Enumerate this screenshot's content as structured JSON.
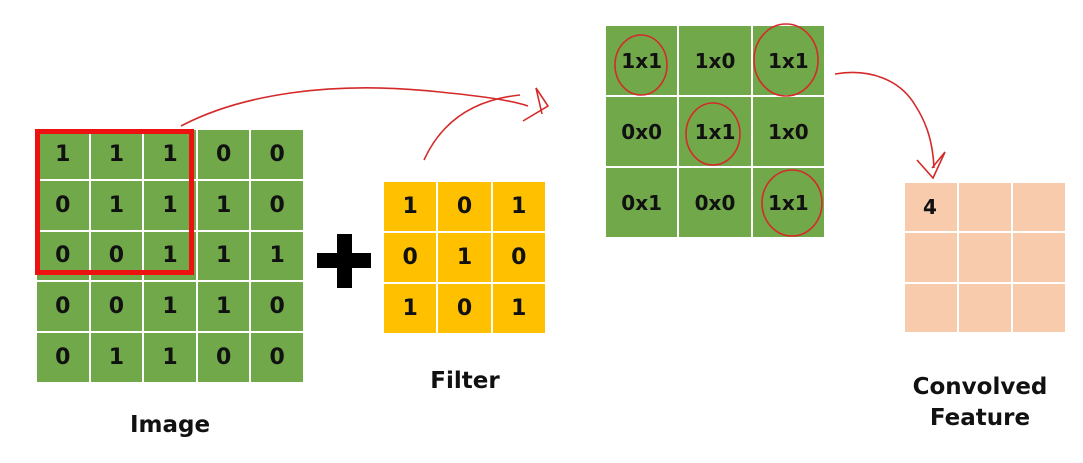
{
  "image": {
    "caption": "Image",
    "rows": [
      [
        "1",
        "1",
        "1",
        "0",
        "0"
      ],
      [
        "0",
        "1",
        "1",
        "1",
        "0"
      ],
      [
        "0",
        "0",
        "1",
        "1",
        "1"
      ],
      [
        "0",
        "0",
        "1",
        "1",
        "0"
      ],
      [
        "0",
        "1",
        "1",
        "0",
        "0"
      ]
    ]
  },
  "operator_symbol": "+",
  "filter": {
    "caption": "Filter",
    "rows": [
      [
        "1",
        "0",
        "1"
      ],
      [
        "0",
        "1",
        "0"
      ],
      [
        "1",
        "0",
        "1"
      ]
    ]
  },
  "products": {
    "rows": [
      [
        "1x1",
        "1x0",
        "1x1"
      ],
      [
        "0x0",
        "1x1",
        "1x0"
      ],
      [
        "0x1",
        "0x0",
        "1x1"
      ]
    ]
  },
  "feature": {
    "caption_line1": "Convolved",
    "caption_line2": "Feature",
    "rows": [
      [
        "4",
        "",
        ""
      ],
      [
        "",
        "",
        ""
      ],
      [
        "",
        "",
        ""
      ]
    ]
  },
  "colors": {
    "image_cell": "#71a94a",
    "filter_cell": "#ffc000",
    "feature_cell": "#f8cbad",
    "highlight": "#ee1111",
    "annotation": "#d42a2a"
  }
}
